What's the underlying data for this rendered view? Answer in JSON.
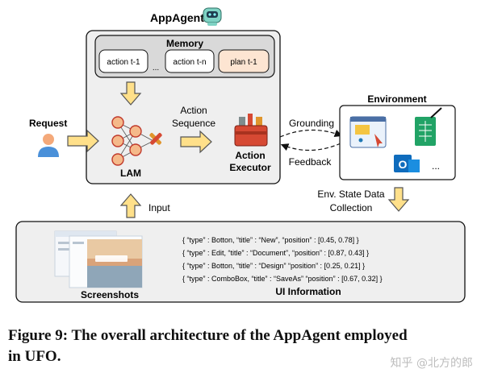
{
  "appagent": {
    "title": "AppAgent"
  },
  "memory": {
    "title": "Memory",
    "items": [
      "action t-1",
      "...",
      "action t-n",
      "plan t-1"
    ]
  },
  "request": {
    "label": "Request"
  },
  "lam": {
    "label": "LAM"
  },
  "action_sequence": {
    "line1": "Action",
    "line2": "Sequence"
  },
  "action_executor": {
    "line1": "Action",
    "line2": "Executor"
  },
  "environment": {
    "title": "Environment",
    "ellipsis": "..."
  },
  "grounding": {
    "label": "Grounding"
  },
  "feedback": {
    "label": "Feedback"
  },
  "env_state": {
    "line1": "Env. State Data",
    "line2": "Collection"
  },
  "input": {
    "label": "Input"
  },
  "screenshots": {
    "label": "Screenshots"
  },
  "ui_information": {
    "title": "UI Information",
    "lines": [
      "{ “type” : Botton, “title” : “New”, “position” : [0.45, 0.78] }",
      "{ “type” : Edit, “title” : “Document”, “position” : [0.87, 0.43] }",
      "{ “type” : Botton, “title” : “Design” “position” : [0.25, 0.21] }",
      "{ “type” : ComboBox, “title” : “SaveAs” “position” : [0.67, 0.32] }"
    ]
  },
  "caption": {
    "line1": "Figure 9: The overall architecture of the AppAgent employed",
    "line2": "in UFO."
  },
  "watermark": {
    "text": "知乎 @北方的郎"
  },
  "colors": {
    "panel_fill": "#efefef",
    "memory_fill": "#d9d9d9",
    "plan_fill": "#fde5d2",
    "arrow_fill": "#ffe08a",
    "arrow_stroke": "#555555",
    "neuron_stroke": "#c0392b",
    "person": "#4a90d9"
  }
}
